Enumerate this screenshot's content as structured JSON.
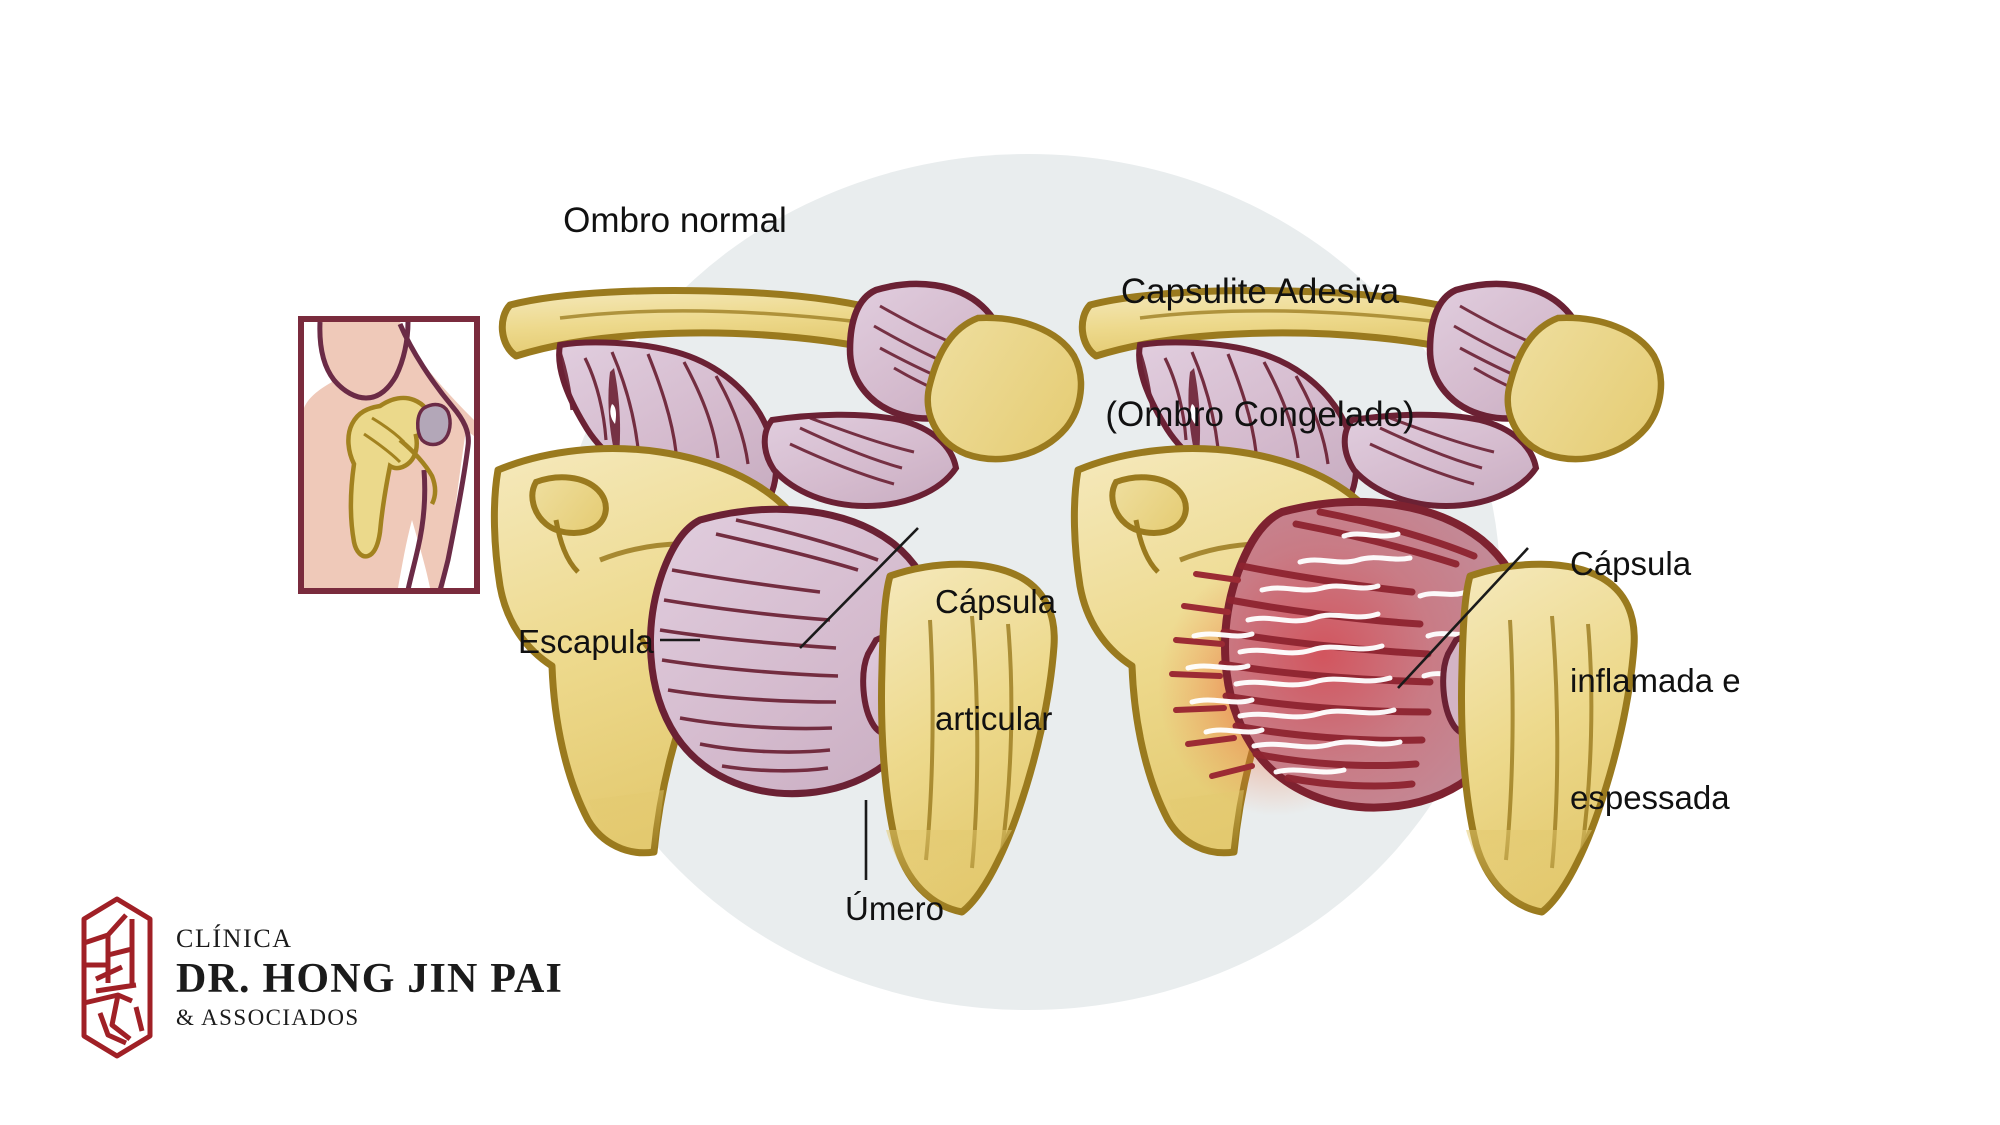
{
  "figure": {
    "kind": "medical-illustration",
    "subject": "Comparacao entre ombro normal e capsulite adesiva",
    "background_ellipse_color": "#E9EDEE",
    "page_background": "#FFFFFF"
  },
  "panels": [
    {
      "id": "normal",
      "title": "Ombro normal"
    },
    {
      "id": "frozen",
      "title_line1": "Capsulite Adesiva",
      "title_line2": "(Ombro Congelado)"
    }
  ],
  "annotations": {
    "capsula_articular": {
      "line1": "Cápsula",
      "line2": "articular"
    },
    "escapula": {
      "text": "Escapula"
    },
    "umero": {
      "text": "Úmero"
    },
    "capsula_inflamada": {
      "line1": "Cápsula",
      "line2": "inflamada e",
      "line3": "espessada"
    }
  },
  "inset": {
    "description": "Torso com escapula destacada",
    "border_color": "#7A2B3D",
    "skin_color": "#EFC9B9",
    "bone_color": "#EBD98B"
  },
  "palette": {
    "bone_fill": "#EDD98C",
    "bone_fill_light": "#F3E6B4",
    "bone_stroke": "#9A7A1E",
    "capsule_fill": "#D7BFD1",
    "capsule_stroke": "#6B2134",
    "inflamed_fill": "#C97B85",
    "inflamed_hot": "#D8434A",
    "glow": "#F07040",
    "adhesion_line": "#FFFFFF",
    "leader_line": "#1A1A1A",
    "text": "#111111",
    "logo_red": "#A02026"
  },
  "logo": {
    "line1": "CLÍNICA",
    "line2": "DR. HONG JIN PAI",
    "line3": "& ASSOCIADOS",
    "emblem": "hexagonal-seal-icon"
  }
}
